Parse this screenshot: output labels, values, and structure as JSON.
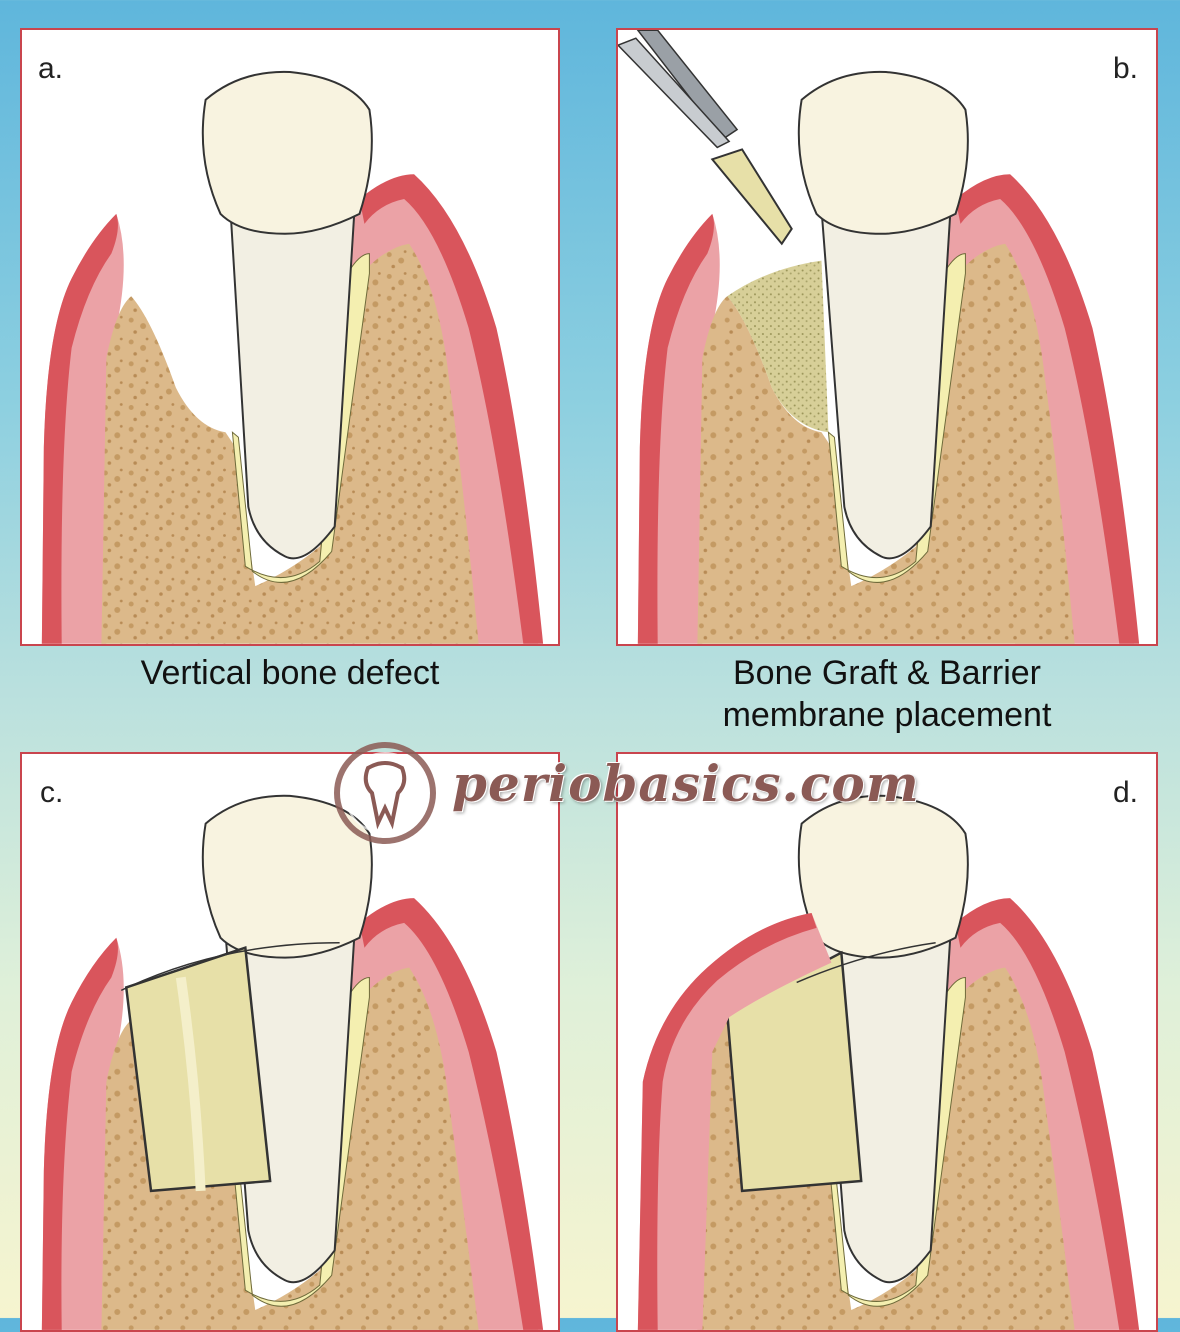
{
  "panels": [
    {
      "label": "a.",
      "caption": "Vertical bone defect"
    },
    {
      "label": "b.",
      "caption_line1": "Bone Graft & Barrier",
      "caption_line2": "membrane placement"
    },
    {
      "label": "c."
    },
    {
      "label": "d."
    }
  ],
  "watermark": {
    "text": "periobasics.com"
  },
  "colors": {
    "gingiva_outer": "#d9555c",
    "gingiva_inner": "#eba2a6",
    "bone": "#dcb98a",
    "ligament": "#f4efb0",
    "tooth": "#f8f3e0",
    "membrane": "#e7e0a8",
    "graft": "#c9c48a",
    "border": "#c9454e"
  }
}
